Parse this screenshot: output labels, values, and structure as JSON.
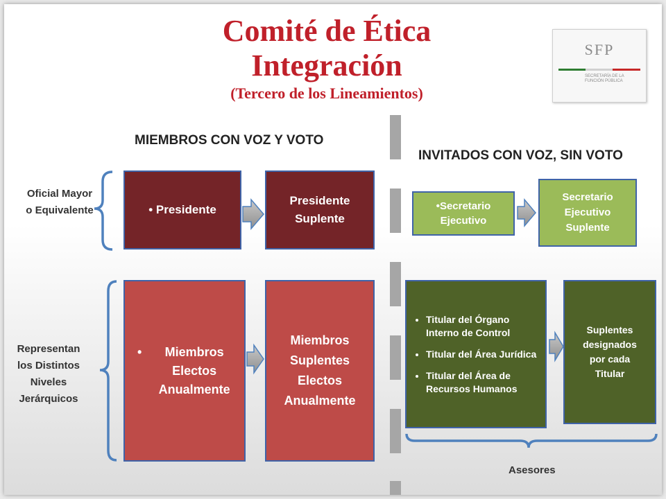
{
  "title": {
    "line1": "Comité de Ética",
    "line2": "Integración",
    "line3": "(Tercero de los Lineamientos)"
  },
  "logo": {
    "acronym": "SFP",
    "subtitle": "SECRETARÍA DE LA FUNCIÓN PÚBLICA"
  },
  "sections": {
    "members_heading": "MIEMBROS CON VOZ Y VOTO",
    "guests_heading": "INVITADOS CON VOZ, SIN VOTO"
  },
  "side_labels": {
    "top": "Oficial Mayor o Equivalente",
    "bottom": "Representan los Distintos Niveles Jerárquicos"
  },
  "boxes": {
    "presidente": "Presidente",
    "presidente_suplente": "Presidente Suplente",
    "secretario": "Secretario Ejecutivo",
    "secretario_suplente": "Secretario Ejecutivo Suplente",
    "miembros": "Miembros Electos Anualmente",
    "miembros_suplentes": "Miembros Suplentes Electos Anualmente",
    "titulares": [
      "Titular del Órgano Interno de Control",
      "Titular del Área Jurídica",
      "Titular del Área de Recursos Humanos"
    ],
    "suplentes_designados": "Suplentes designados por cada Titular"
  },
  "asesores": "Asesores",
  "colors": {
    "title": "#c0202a",
    "dark_box": "#742428",
    "red_box": "#be4b48",
    "lime_box": "#9bbb59",
    "olive_box": "#4f6228",
    "border": "#3f63a8",
    "bracket": "#4f81bd"
  }
}
